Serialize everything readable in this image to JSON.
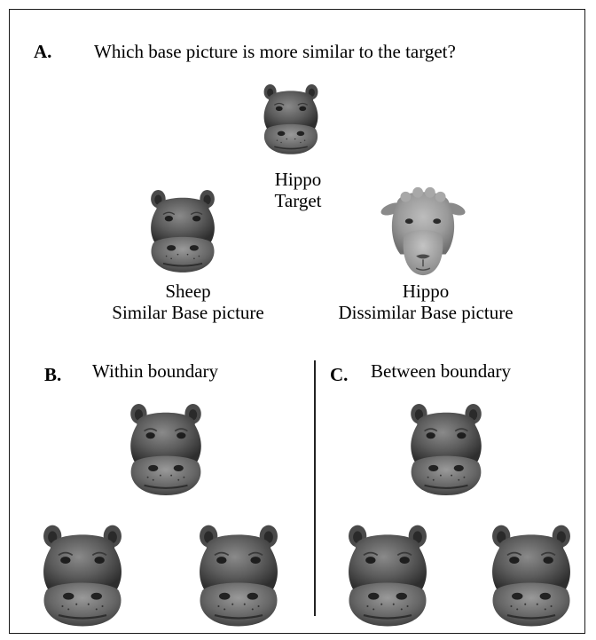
{
  "panel_a": {
    "letter": "A.",
    "question": "Which base picture is more similar to the target?",
    "target_label_1": "Hippo",
    "target_label_2": "Target",
    "left_label_1": "Sheep",
    "left_label_2": "Similar Base picture",
    "right_label_1": "Hippo",
    "right_label_2": "Dissimilar Base picture"
  },
  "panel_b": {
    "letter": "B.",
    "title": "Within boundary"
  },
  "panel_c": {
    "letter": "C.",
    "title": "Between boundary"
  },
  "icons": {
    "hippo": "hippo-face-icon",
    "sheep": "sheep-face-icon"
  },
  "colors": {
    "border": "#1a1a1a",
    "hippo_skin": "#5a5a5a",
    "sheep_wool": "#9a9a9a"
  }
}
